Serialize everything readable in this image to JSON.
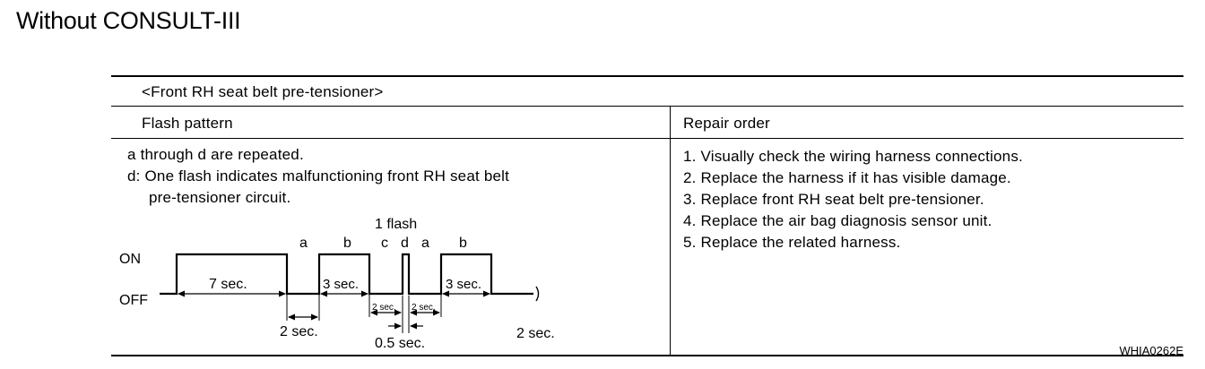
{
  "title": "Without CONSULT-III",
  "table": {
    "header": "<Front RH seat belt pre-tensioner>",
    "col_flash": "Flash pattern",
    "col_repair": "Repair order",
    "flash_desc_1": "a through d are repeated.",
    "flash_desc_2": "d: One flash indicates malfunctioning front RH seat belt",
    "flash_desc_3": "pre-tensioner circuit.",
    "repair_steps": [
      "1. Visually check the wiring harness connections.",
      "2. Replace the harness if it has visible damage.",
      "3. Replace front RH seat belt pre-tensioner.",
      "4. Replace the air bag diagnosis sensor unit.",
      "5. Replace the related harness."
    ]
  },
  "diagram": {
    "on_label": "ON",
    "off_label": "OFF",
    "one_flash": "1 flash",
    "seg_a1": "a",
    "seg_b1": "b",
    "seg_c": "c",
    "seg_d": "d",
    "seg_a2": "a",
    "seg_b2": "b",
    "t_7sec": "7 sec.",
    "t_3sec_1": "3 sec.",
    "t_3sec_2": "3 sec.",
    "t_2sec_small_1": "2 sec.",
    "t_2sec_small_2": "2 sec.",
    "t_2sec_a": "2 sec.",
    "t_05sec": "0.5 sec.",
    "t_2sec_b": "2 sec."
  },
  "figure_code": "WHIA0262E"
}
